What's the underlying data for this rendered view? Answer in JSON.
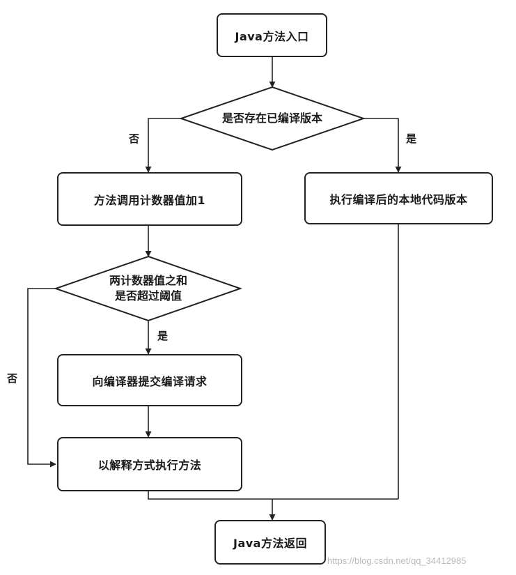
{
  "flowchart": {
    "start": "Java方法入口",
    "decision_compiled": "是否存在已编译版本",
    "label_no_1": "否",
    "label_yes_1": "是",
    "increment_counter": "方法调用计数器值加1",
    "run_native": "执行编译后的本地代码版本",
    "decision_threshold_line1": "两计数器值之和",
    "decision_threshold_line2": "是否超过阈值",
    "label_yes_2": "是",
    "label_no_2": "否",
    "submit_compile": "向编译器提交编译请求",
    "interpret": "以解释方式执行方法",
    "end": "Java方法返回"
  },
  "watermark": "https://blog.csdn.net/qq_34412985"
}
